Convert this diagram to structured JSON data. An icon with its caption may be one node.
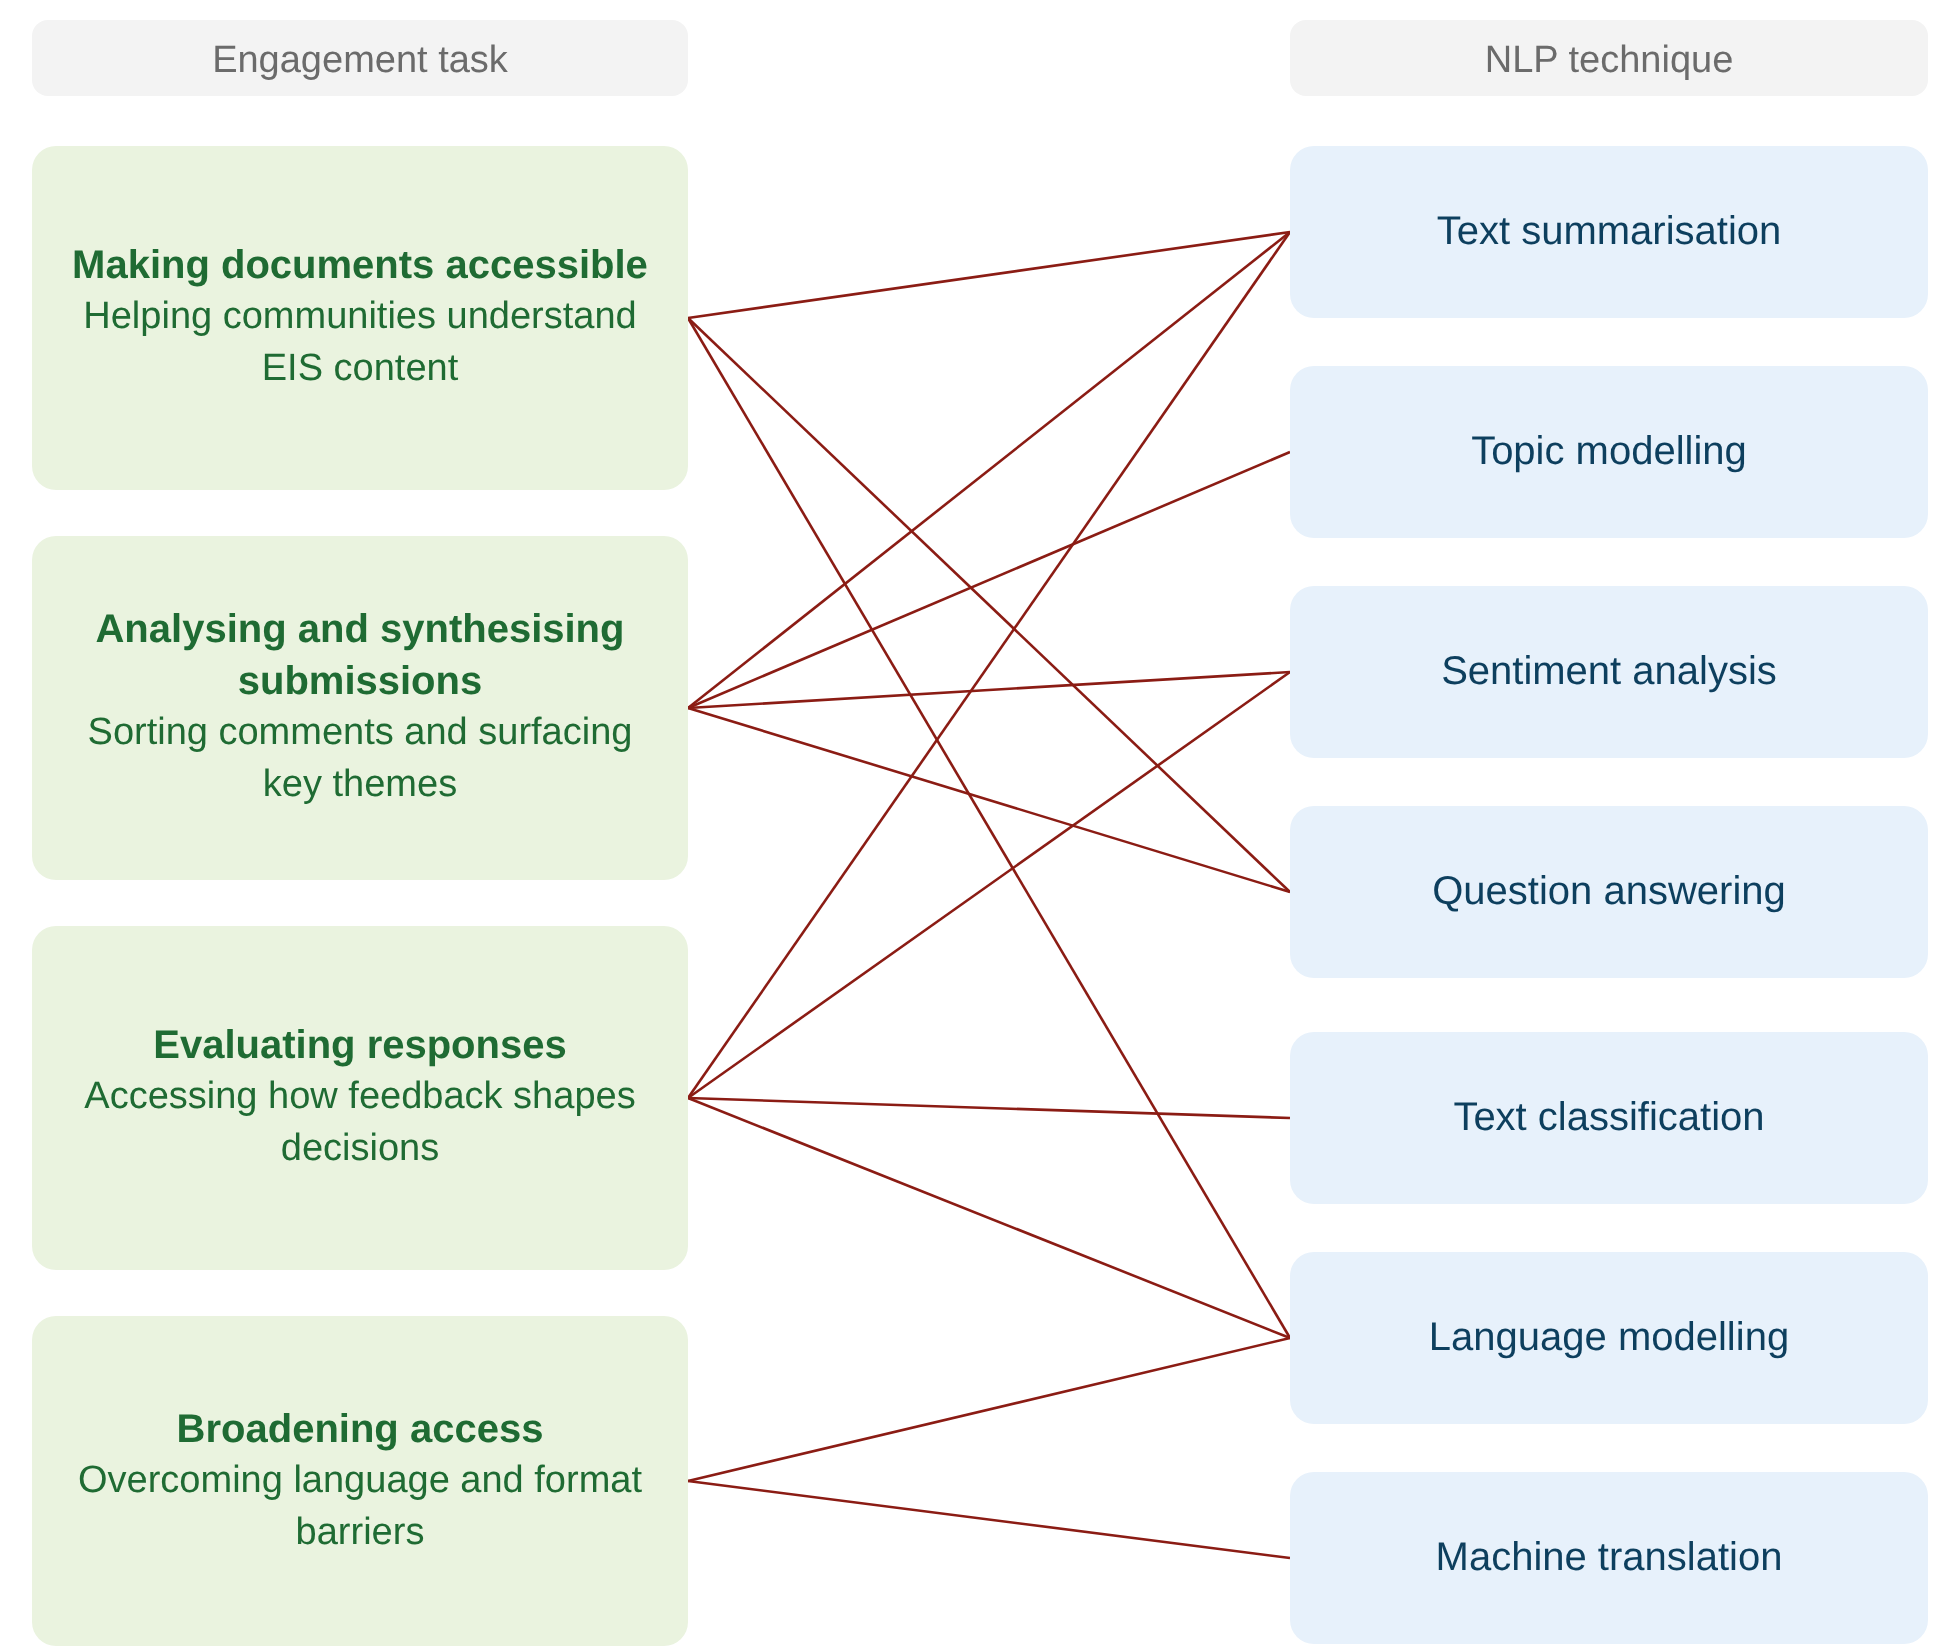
{
  "diagram": {
    "nodes": [
      {
        "text": [
          "Engagement task"
        ]
      },
      {
        "text": [
          "NLP technique"
        ]
      },
      {
        "text": [
          "Making documents accessible",
          "Helping communities understand EIS content"
        ]
      },
      {
        "text": [
          "Analysing and synthesising submissions",
          "Sorting comments and surfacing key themes"
        ]
      },
      {
        "text": [
          "Evaluating responses",
          "Accessing how feedback shapes decisions"
        ]
      },
      {
        "text": [
          "Broadening access",
          "Overcoming language and format barriers"
        ]
      },
      {
        "text": [
          "Text summarisation"
        ]
      },
      {
        "text": [
          "Topic modelling"
        ]
      },
      {
        "text": [
          "Sentiment analysis"
        ]
      },
      {
        "text": [
          "Question answering"
        ]
      },
      {
        "text": [
          "Text classification"
        ]
      },
      {
        "text": [
          "Language modelling"
        ]
      },
      {
        "text": [
          "Machine translation"
        ]
      }
    ],
    "edges": [
      {
        "from": 2,
        "to": 6,
        "arrow": "none"
      },
      {
        "from": 2,
        "to": 9,
        "arrow": "none"
      },
      {
        "from": 2,
        "to": 11,
        "arrow": "none"
      },
      {
        "from": 3,
        "to": 6,
        "arrow": "none"
      },
      {
        "from": 3,
        "to": 7,
        "arrow": "none"
      },
      {
        "from": 3,
        "to": 8,
        "arrow": "none"
      },
      {
        "from": 3,
        "to": 9,
        "arrow": "none"
      },
      {
        "from": 4,
        "to": 6,
        "arrow": "none"
      },
      {
        "from": 4,
        "to": 8,
        "arrow": "none"
      },
      {
        "from": 4,
        "to": 10,
        "arrow": "none"
      },
      {
        "from": 4,
        "to": 11,
        "arrow": "none"
      },
      {
        "from": 5,
        "to": 11,
        "arrow": "none"
      },
      {
        "from": 5,
        "to": 12,
        "arrow": "none"
      }
    ]
  }
}
